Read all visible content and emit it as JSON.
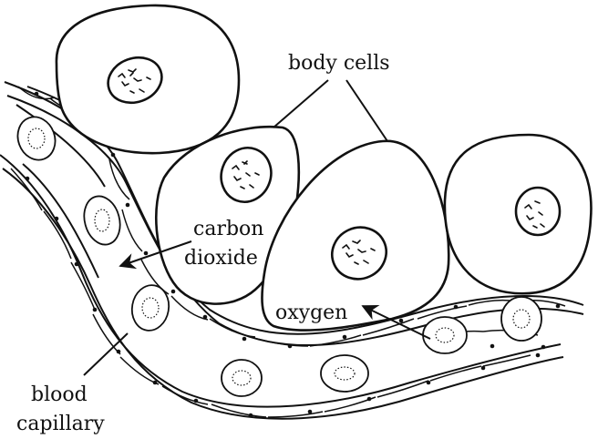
{
  "labels": {
    "body_cells": "body cells",
    "carbon": "carbon",
    "dioxide": "dioxide",
    "oxygen": "oxygen",
    "blood": "blood",
    "capillary": "capillary"
  }
}
